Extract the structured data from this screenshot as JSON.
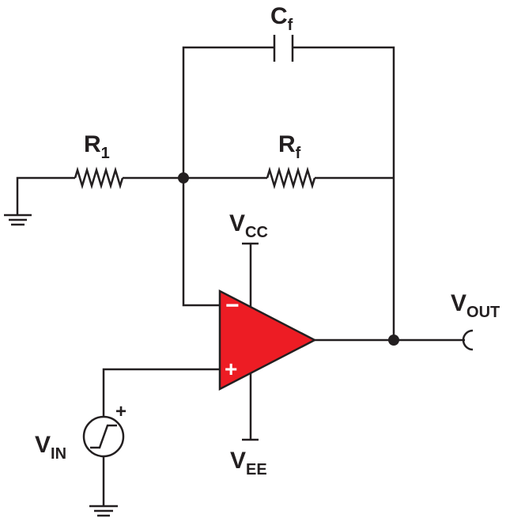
{
  "labels": {
    "cf": {
      "main": "C",
      "sub": "f"
    },
    "r1": {
      "main": "R",
      "sub": "1"
    },
    "rf": {
      "main": "R",
      "sub": "f"
    },
    "vcc": {
      "main": "V",
      "sub": "CC"
    },
    "vee": {
      "main": "V",
      "sub": "EE"
    },
    "vout": {
      "main": "V",
      "sub": "OUT"
    },
    "vin": {
      "main": "V",
      "sub": "IN"
    }
  },
  "opamp": {
    "minus": "−",
    "plus": "+"
  },
  "source": {
    "plus": "+"
  },
  "colors": {
    "opamp_fill": "#ed1c24",
    "wire": "#231f20",
    "opamp_sign": "#ffffff"
  }
}
